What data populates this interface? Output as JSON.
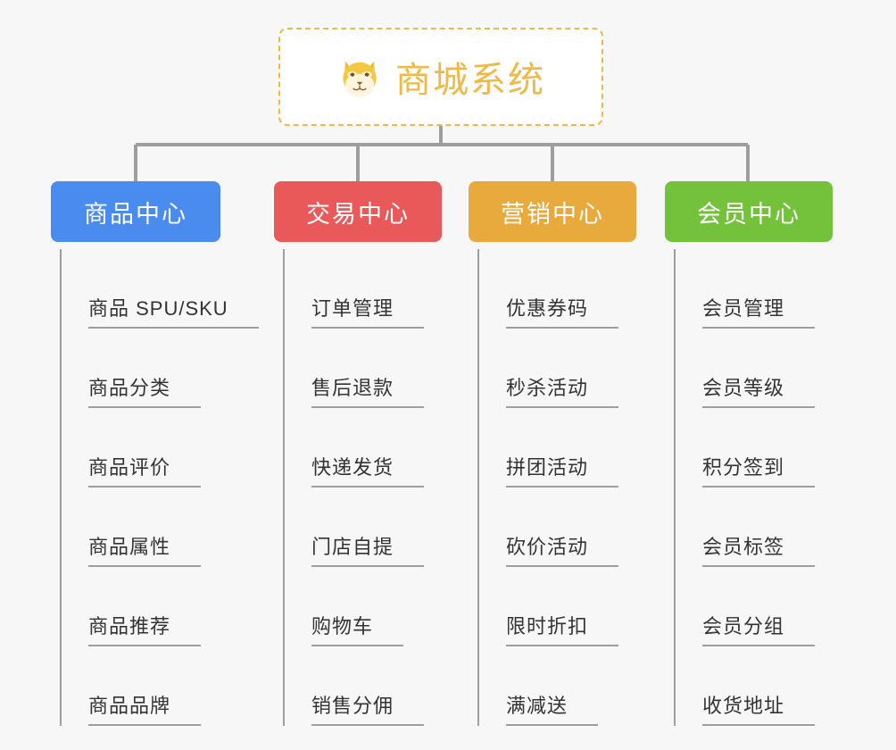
{
  "root": {
    "title": "商城系统",
    "icon": "shiba-dog-face-icon",
    "border_color": "#f0b945",
    "text_color": "#f0b945",
    "background": "#ffffff"
  },
  "canvas": {
    "background": "#f7f7f7",
    "connector_color": "#9e9e9e"
  },
  "branches": [
    {
      "label": "商品中心",
      "color": "#4a8bf0",
      "items": [
        "商品 SPU/SKU",
        "商品分类",
        "商品评价",
        "商品属性",
        "商品推荐",
        "商品品牌"
      ]
    },
    {
      "label": "交易中心",
      "color": "#e9595a",
      "items": [
        "订单管理",
        "售后退款",
        "快递发货",
        "门店自提",
        "购物车",
        "销售分佣"
      ]
    },
    {
      "label": "营销中心",
      "color": "#e8aa3c",
      "items": [
        "优惠券码",
        "秒杀活动",
        "拼团活动",
        "砍价活动",
        "限时折扣",
        "满减送"
      ]
    },
    {
      "label": "会员中心",
      "color": "#74c13c",
      "items": [
        "会员管理",
        "会员等级",
        "积分签到",
        "会员标签",
        "会员分组",
        "收货地址"
      ]
    }
  ]
}
